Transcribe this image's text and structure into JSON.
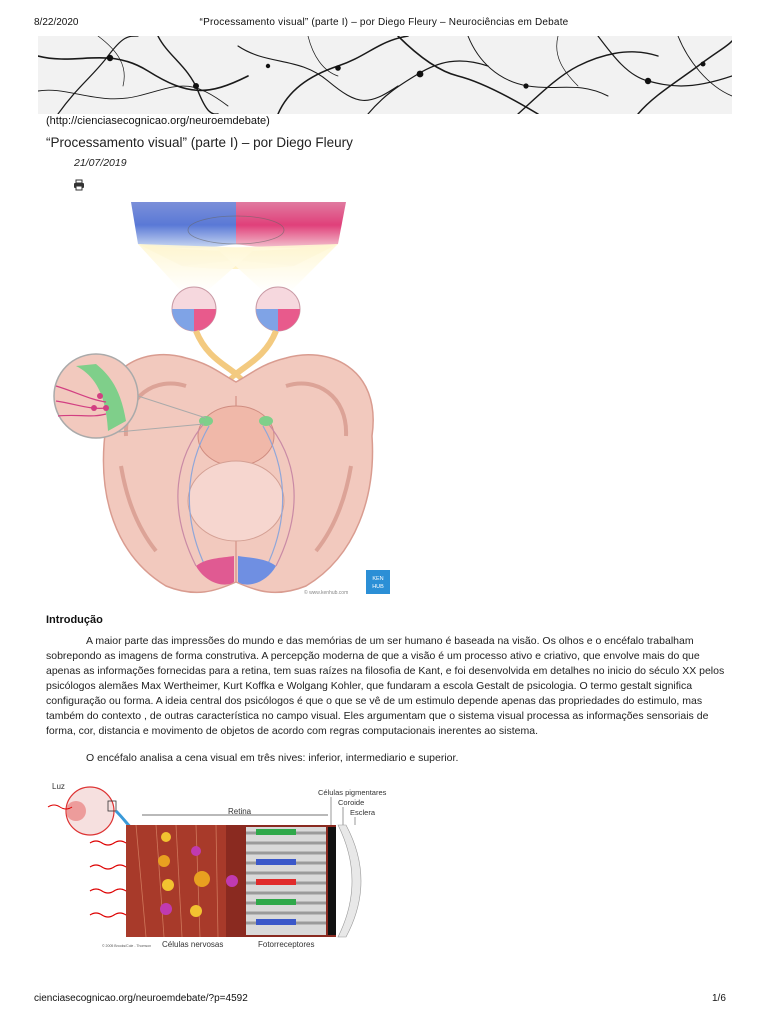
{
  "print_header": {
    "date": "8/22/2020",
    "title": "“Processamento visual” (parte I) – por Diego Fleury – Neurociências em Debate"
  },
  "site_link": "(http://cienciasecognicao.org/neuroemdebate)",
  "post": {
    "title": "“Processamento visual” (parte I) – por Diego Fleury",
    "date": "21/07/2019",
    "print_icon": "print-icon"
  },
  "figure1": {
    "badge_line1": "KEN",
    "badge_line2": "HUB",
    "credit": "© www.kenhub.com"
  },
  "intro": {
    "heading": "Introdução",
    "paragraph1": "A maior parte das impressões do mundo e das memórias  de um ser humano é baseada na visão. Os olhos e o encéfalo trabalham sobrepondo as imagens de forma construtiva.  A percepção moderna de que a visão é um processo ativo e criativo, que envolve mais do que apenas as informações fornecidas para a retina, tem suas raízes na filosofia de Kant, e foi desenvolvida em detalhes no inicio do século XX pelos psicólogos alemães Max Wertheimer, Kurt Koffka e Wolgang Kohler, que fundaram a escola Gestalt de psicologia. O termo gestalt significa configuração ou forma. A ideia central dos psicólogos é que o que se vê de um estimulo depende apenas das propriedades do estimulo, mas também do contexto , de outras característica no campo visual. Eles argumentam que o sistema visual processa as informações sensoriais de forma, cor, distancia e movimento de objetos de acordo com regras computacionais inerentes ao sistema.",
    "paragraph2": "O encéfalo analisa a cena visual em três nives: inferior, intermediario e superior."
  },
  "figure2": {
    "luz": "Luz",
    "retina": "Retina",
    "celulas_pigmentares": "Células pigmentares",
    "coroide": "Coroide",
    "esclera": "Esclera",
    "celulas_nervosas": "Células nervosas",
    "fotorreceptores": "Fotorreceptores",
    "copyright": "© 2005 Brooks/Cole - Thomson"
  },
  "footer": {
    "url": "cienciasecognicao.org/neuroemdebate/?p=4592",
    "page": "1/6"
  }
}
